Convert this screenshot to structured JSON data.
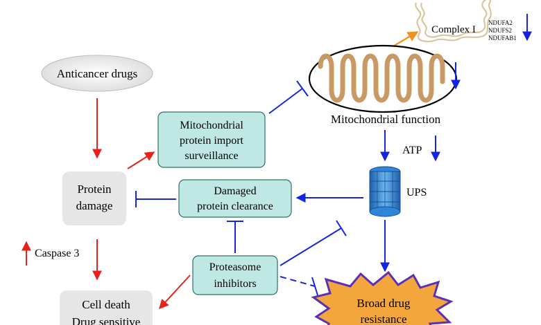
{
  "nodes": {
    "anticancer_drugs": "Anticancer drugs",
    "mito_import_surveillance": [
      "Mitochondrial",
      "protein import",
      "surveillance"
    ],
    "protein_damage": [
      "Protein",
      "damage"
    ],
    "damaged_protein_clearance": [
      "Damaged",
      "protein clearance"
    ],
    "proteasome_inhibitors": [
      "Proteasome",
      "inhibitors"
    ],
    "cell_death": [
      "Cell death",
      "Drug sensitive"
    ],
    "broad_drug_resistance": [
      "Broad drug",
      "resistance"
    ],
    "complex_i": "Complex I",
    "complex_i_subunits": [
      "NDUFA2",
      "NDUFS2",
      "NDUFAB1"
    ],
    "mitochondrial_function": "Mitochondrial function",
    "atp": "ATP",
    "ups": "UPS",
    "caspase3": "Caspase 3"
  },
  "colors": {
    "activation_arrow": "#e8211b",
    "inhibition_arrow": "#1524e0",
    "complex_arrow": "#f0921d",
    "teal_box_fill": "#bfe8e4",
    "teal_box_stroke": "#2f6f6b",
    "gray_box_fill": "#e6e6e6",
    "starburst_fill": "#f3a63b",
    "starburst_stroke": "#5b2fb8",
    "mito_cristae": "#c79a63",
    "ups_barrel": "#2f86d8"
  },
  "icons": {
    "up_arrow": "up-arrow-icon",
    "down_arrow": "down-arrow-icon",
    "mitochondrion": "mitochondrion-icon",
    "proteasome": "proteasome-icon"
  }
}
